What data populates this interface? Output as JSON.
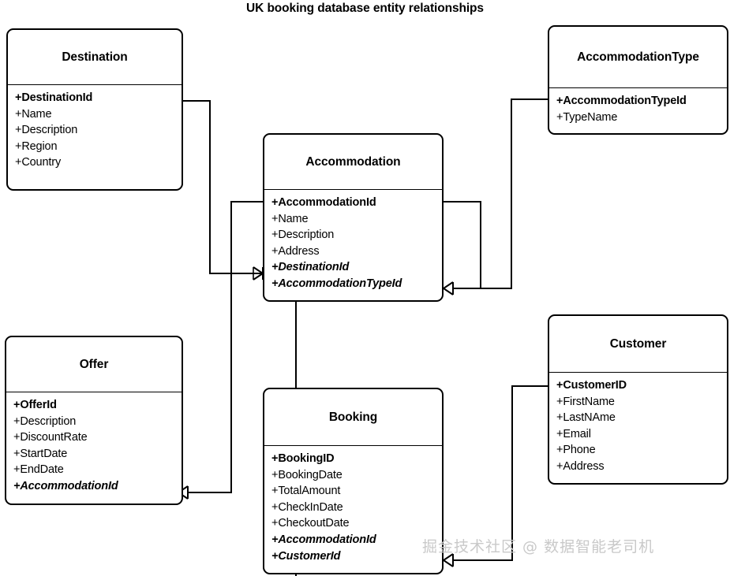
{
  "diagram": {
    "title": "UK booking database entity relationships",
    "watermark": "掘金技术社区 @ 数据智能老司机",
    "stroke_color": "#000000",
    "background_color": "#ffffff",
    "watermark_color": "#c9c9c9"
  },
  "entities": {
    "destination": {
      "name": "Destination",
      "attributes": [
        {
          "text": "+DestinationId",
          "kind": "pk"
        },
        {
          "text": "+Name",
          "kind": "plain"
        },
        {
          "text": "+Description",
          "kind": "plain"
        },
        {
          "text": "+Region",
          "kind": "plain"
        },
        {
          "text": "+Country",
          "kind": "plain"
        }
      ]
    },
    "accommodation_type": {
      "name": "AccommodationType",
      "attributes": [
        {
          "text": "+AccommodationTypeId",
          "kind": "pk"
        },
        {
          "text": "+TypeName",
          "kind": "plain"
        }
      ]
    },
    "accommodation": {
      "name": "Accommodation",
      "attributes": [
        {
          "text": "+AccommodationId",
          "kind": "pk"
        },
        {
          "text": "+Name",
          "kind": "plain"
        },
        {
          "text": "+Description",
          "kind": "plain"
        },
        {
          "text": "+Address",
          "kind": "plain"
        },
        {
          "text": "+DestinationId",
          "kind": "fk"
        },
        {
          "text": "+AccommodationTypeId",
          "kind": "fk"
        }
      ]
    },
    "customer": {
      "name": "Customer",
      "attributes": [
        {
          "text": "+CustomerID",
          "kind": "pk"
        },
        {
          "text": "+FirstName",
          "kind": "plain"
        },
        {
          "text": "+LastNAme",
          "kind": "plain"
        },
        {
          "text": "+Email",
          "kind": "plain"
        },
        {
          "text": "+Phone",
          "kind": "plain"
        },
        {
          "text": "+Address",
          "kind": "plain"
        }
      ]
    },
    "offer": {
      "name": "Offer",
      "attributes": [
        {
          "text": "+OfferId",
          "kind": "pk"
        },
        {
          "text": "+Description",
          "kind": "plain"
        },
        {
          "text": "+DiscountRate",
          "kind": "plain"
        },
        {
          "text": "+StartDate",
          "kind": "plain"
        },
        {
          "text": "+EndDate",
          "kind": "plain"
        },
        {
          "text": "+AccommodationId",
          "kind": "fk"
        }
      ]
    },
    "booking": {
      "name": "Booking",
      "attributes": [
        {
          "text": "+BookingID",
          "kind": "pk"
        },
        {
          "text": "+BookingDate",
          "kind": "plain"
        },
        {
          "text": "+TotalAmount",
          "kind": "plain"
        },
        {
          "text": "+CheckInDate",
          "kind": "plain"
        },
        {
          "text": "+CheckoutDate",
          "kind": "plain"
        },
        {
          "text": "+AccommodationId",
          "kind": "fk"
        },
        {
          "text": "+CustomerId",
          "kind": "fk"
        }
      ]
    }
  },
  "relationships": [
    {
      "from": "destination",
      "to": "accommodation",
      "via": "DestinationId",
      "cardinality": "one-to-many"
    },
    {
      "from": "accommodation_type",
      "to": "accommodation",
      "via": "AccommodationTypeId",
      "cardinality": "one-to-many"
    },
    {
      "from": "accommodation",
      "to": "offer",
      "via": "AccommodationId",
      "cardinality": "one-to-many"
    },
    {
      "from": "accommodation",
      "to": "booking",
      "via": "AccommodationId",
      "cardinality": "one-to-many"
    },
    {
      "from": "customer",
      "to": "booking",
      "via": "CustomerId",
      "cardinality": "one-to-many"
    }
  ]
}
